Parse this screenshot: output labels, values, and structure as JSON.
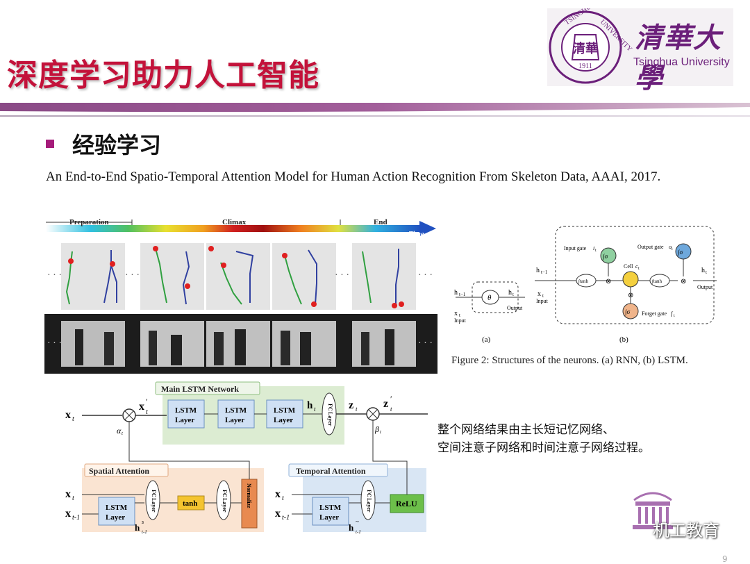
{
  "slide": {
    "title": "深度学习助力人工智能",
    "heading": "经验学习",
    "citation": "An End-to-End Spatio-Temporal Attention Model for Human Action Recognition From Skeleton Data, AAAI, 2017.",
    "note_line1": "整个网络结果由主长短记忆网络、",
    "note_line2": "空间注意子网络和时间注意子网络过程。",
    "page_number": "9"
  },
  "logo": {
    "cn": "清華大學",
    "en": "Tsinghua University",
    "seal_top": "TSINGHUA",
    "seal_right": "UNIVERSITY",
    "seal_year": "1911",
    "seal_center": "清華"
  },
  "watermark": {
    "text": "机工教育"
  },
  "colors": {
    "title": "#c3123a",
    "brand": "#6b1f7a",
    "bullet": "#a51b7a"
  },
  "timeline": {
    "preparation": "Preparation",
    "climax": "Climax",
    "end": "End",
    "time": "Time"
  },
  "neuron_figure": {
    "caption": "Figure 2: Structures of the neurons. (a) RNN, (b) LSTM.",
    "a_label": "(a)",
    "b_label": "(b)",
    "h_prev": "h",
    "h_prev_sub": "t−1",
    "h_out": "h",
    "h_out_sub": "t",
    "x_in": "x",
    "x_in_sub": "t",
    "input": "Input",
    "output": "Output",
    "theta": "θ",
    "input_gate": "Input gate",
    "input_gate_sym": "i",
    "input_gate_sub": "t",
    "output_gate": "Output gate",
    "output_gate_sym": "o",
    "output_gate_sub": "t",
    "forget_gate": "Forget gate",
    "forget_gate_sym": "f",
    "forget_gate_sub": "t",
    "cell": "Cell",
    "cell_sym": "c",
    "cell_sub": "t",
    "sigma": "∫σ",
    "tanh": "∫tanh",
    "times": "⊗"
  },
  "network": {
    "main": "Main LSTM Network",
    "spatial": "Spatial Attention",
    "temporal": "Temporal Attention",
    "lstm1": "LSTM",
    "lstm2": "Layer",
    "fc1": "FC",
    "fc2": "Layer",
    "tanh": "tanh",
    "normalize": "Normalize",
    "relu": "ReLU",
    "x": "x",
    "t": "t",
    "t1": "t-1",
    "h": "h",
    "z": "z",
    "alpha": "α",
    "beta": "β",
    "prime": "′",
    "s": "s",
    "tilde": "~"
  }
}
